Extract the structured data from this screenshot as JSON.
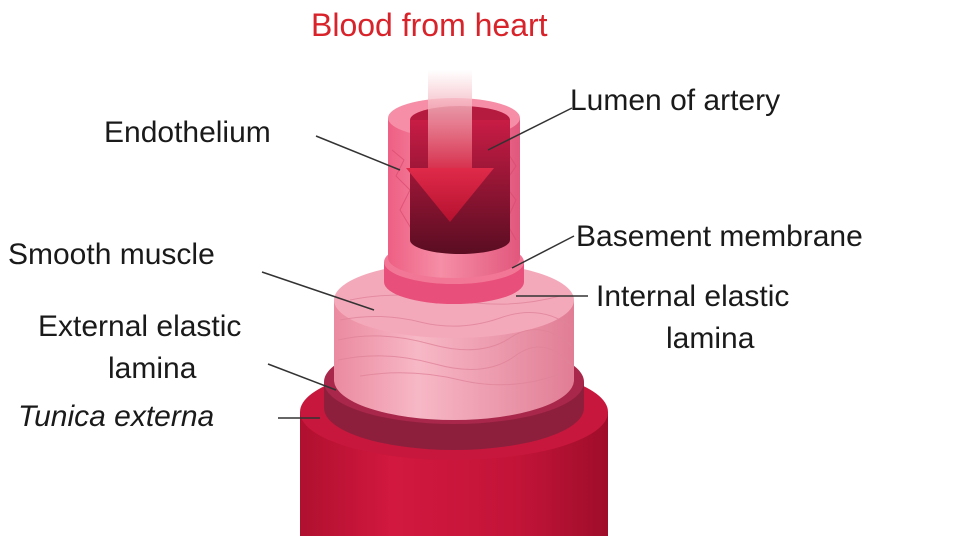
{
  "title": "Blood from heart",
  "labels": {
    "lumen": "Lumen of artery",
    "endothelium": "Endothelium",
    "basement": "Basement membrane",
    "smooth_muscle": "Smooth muscle",
    "internal_elastic_line1": "Internal elastic",
    "internal_elastic_line2": "lamina",
    "external_elastic_line1": "External elastic",
    "external_elastic_line2": "lamina",
    "tunica_externa": "Tunica externa"
  },
  "colors": {
    "title": "#d9232b",
    "tunica_externa": "#c0143c",
    "external_elastic": "#8e1f3c",
    "smooth_muscle": "#f3a2b2",
    "internal_elastic": "#e84f7a",
    "endothelium": "#f06c8c",
    "lumen": "#7a1531",
    "arrow": "#d21f3f"
  }
}
